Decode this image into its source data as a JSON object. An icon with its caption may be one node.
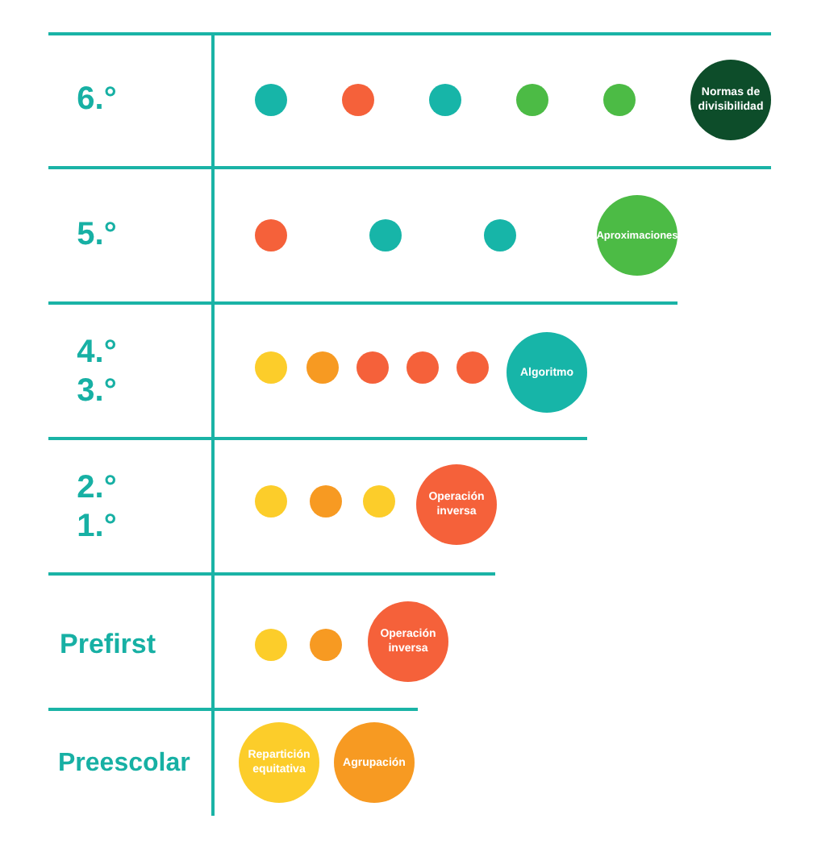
{
  "diagram": {
    "nodes": [
      {
        "text": [],
        "shape": "circle"
      },
      {
        "text": [],
        "shape": "circle"
      },
      {
        "text": [],
        "shape": "circle"
      },
      {
        "text": [],
        "shape": "circle"
      },
      {
        "text": [],
        "shape": "circle"
      },
      {
        "text": [
          "Normas de divisibilidad"
        ]
      },
      {
        "text": [],
        "shape": "circle"
      },
      {
        "text": [],
        "shape": "circle"
      },
      {
        "text": [],
        "shape": "circle"
      },
      {
        "text": [
          "Aproximaciones"
        ]
      },
      {
        "text": [],
        "shape": "circle"
      },
      {
        "text": [],
        "shape": "circle"
      },
      {
        "text": [],
        "shape": "circle"
      },
      {
        "text": [],
        "shape": "circle"
      },
      {
        "text": [],
        "shape": "circle"
      },
      {
        "text": [
          "Algoritmo"
        ]
      },
      {
        "text": [],
        "shape": "circle"
      },
      {
        "text": [],
        "shape": "circle"
      },
      {
        "text": [],
        "shape": "circle"
      },
      {
        "text": [
          "Operación inversa"
        ]
      },
      {
        "text": [],
        "shape": "circle"
      },
      {
        "text": [],
        "shape": "circle"
      },
      {
        "text": [
          "Operación inversa"
        ]
      },
      {
        "text": [
          "Repartición equitativa"
        ]
      },
      {
        "text": [
          "Agrupación"
        ]
      }
    ],
    "labels": [
      "6.°",
      "5.°",
      "4.°",
      "3.°",
      "2.°",
      "1.°",
      "Prefirst",
      "Preescolar"
    ]
  }
}
